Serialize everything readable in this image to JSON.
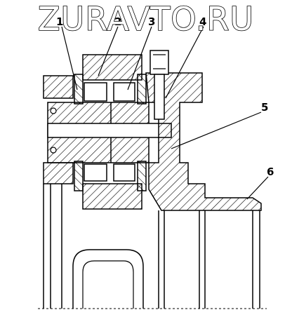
{
  "watermark": {
    "text": "ZURAVTO.RU"
  },
  "callouts": [
    {
      "id": "1",
      "label": "1"
    },
    {
      "id": "2",
      "label": "2"
    },
    {
      "id": "3",
      "label": "3"
    },
    {
      "id": "4",
      "label": "4"
    },
    {
      "id": "5",
      "label": "5"
    },
    {
      "id": "6",
      "label": "6"
    }
  ]
}
